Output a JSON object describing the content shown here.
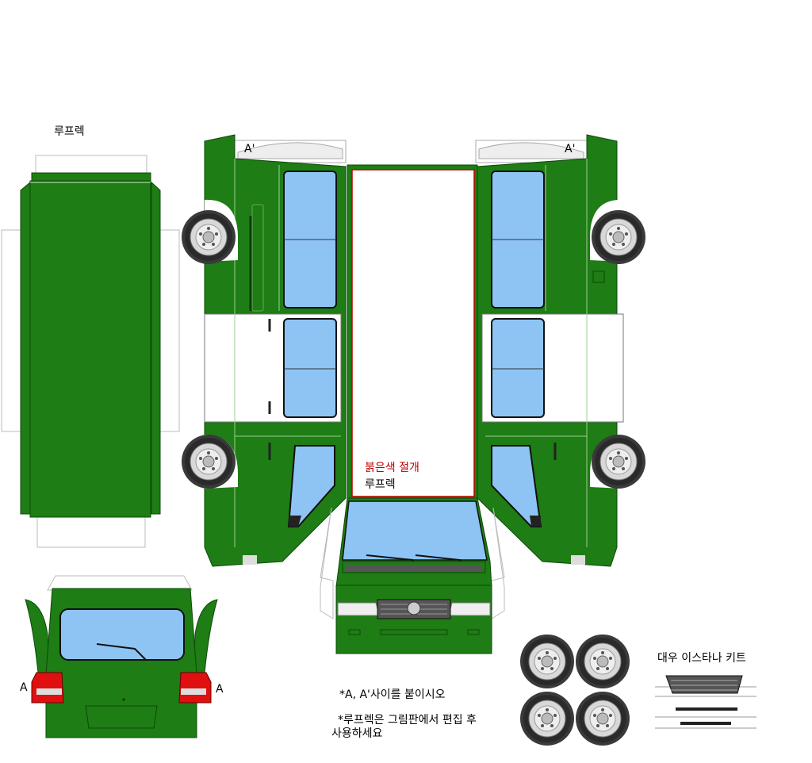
{
  "labels": {
    "rooflex_top": "루프렉",
    "marker_a_prime_left": "A'",
    "marker_a_prime_right": "A'",
    "cut_note": "붉은색 절개",
    "rooflex_center": "루프렉",
    "marker_a_left": "A",
    "marker_a_right": "A",
    "instruction_1": "*A, A'사이를 붙이시오",
    "instruction_2_line1": "*루프렉은 그림판에서 편집 후",
    "instruction_2_line2": "사용하세요",
    "kit_title": "대우 이스타나 키트"
  },
  "colors": {
    "body_green": "#1e7d14",
    "glass_blue": "#8ec4f4",
    "cut_red": "#c00000",
    "taillight_red": "#e01010",
    "tire_dark": "#3a3a3a",
    "wheel_silver": "#d8d8d8"
  },
  "icons": [
    "wheel-icon",
    "wiper-icon",
    "grille-icon",
    "logo-icon"
  ]
}
